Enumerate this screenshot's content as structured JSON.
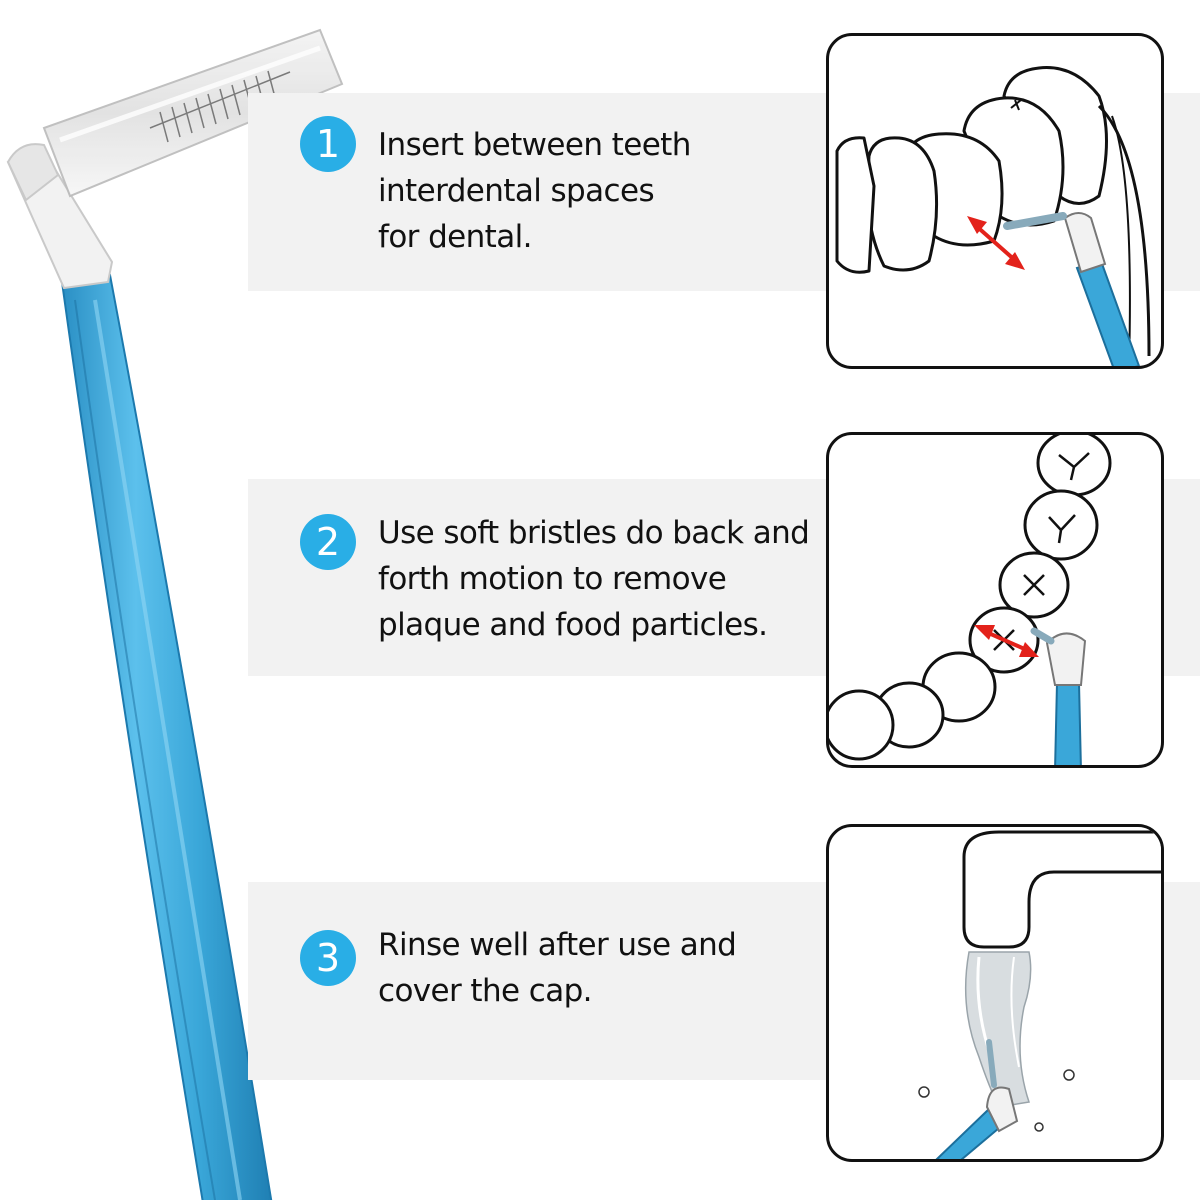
{
  "colors": {
    "accent": "#29aee6",
    "band": "#f2f2f2",
    "handle": "#3aa7d9",
    "arrow": "#e3221b"
  },
  "steps": [
    {
      "number": "1",
      "text": "Insert between teeth\ninterdental spaces\nfor dental.",
      "illustration": "teeth-side-view-brush"
    },
    {
      "number": "2",
      "text": "Use soft bristles do back and\nforth motion to remove\nplaque and food particles.",
      "illustration": "teeth-top-view-brush"
    },
    {
      "number": "3",
      "text": "Rinse well after use and\ncover the cap.",
      "illustration": "faucet-rinse-brush"
    }
  ],
  "product": {
    "icon": "angled-interdental-brush-icon"
  }
}
